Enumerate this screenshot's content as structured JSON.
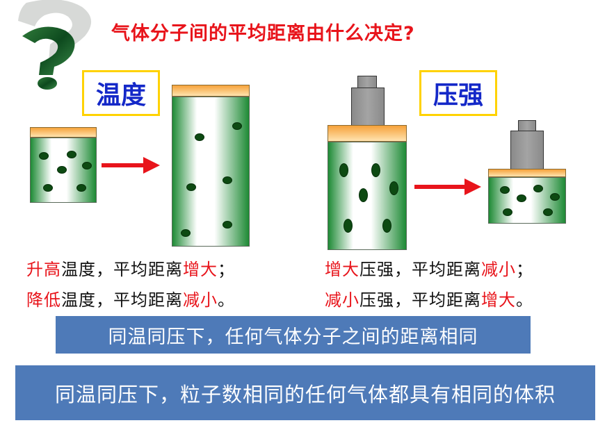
{
  "title": "气体分子间的平均距离由什么决定?",
  "question_mark": "?",
  "temperature": {
    "label": "温度",
    "line1": {
      "a": "升高",
      "b": "温度，平均距离",
      "c": "增大",
      "d": "；"
    },
    "line2": {
      "a": "降低",
      "b": "温度，平均距离",
      "c": "减小",
      "d": "。"
    }
  },
  "pressure": {
    "label": "压强",
    "line1": {
      "a": "增大",
      "b": "压强，平均距离",
      "c": "减小",
      "d": "；"
    },
    "line2": {
      "a": "减小",
      "b": "压强，平均距离",
      "c": "增大",
      "d": "。"
    }
  },
  "banner1": "同温同压下，任何气体分子之间的距离相同",
  "banner2": "同温同压下，粒子数相同的任何气体都具有相同的体积",
  "colors": {
    "accent_red": "#e8141b",
    "label_blue": "#1428c8",
    "banner": "#4e7ab8",
    "gas_green": "#1e8a35"
  }
}
